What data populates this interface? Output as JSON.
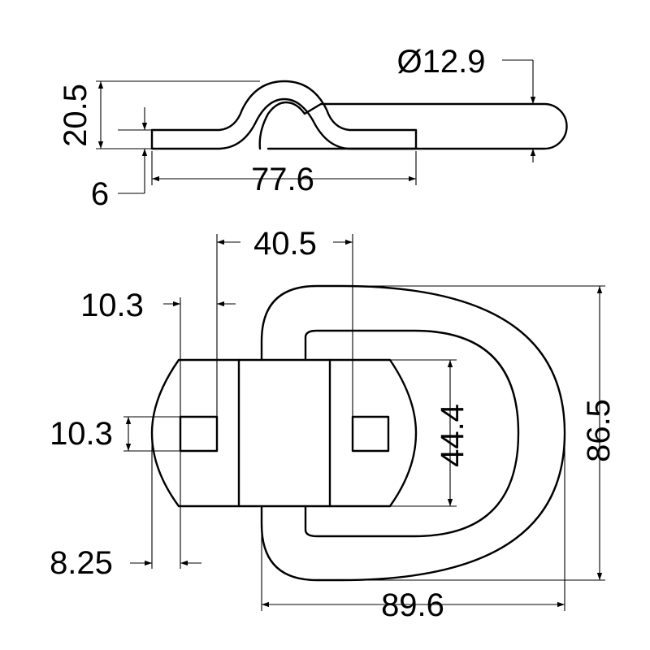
{
  "dimensions": {
    "diameter": "Ø12.9",
    "height_total": "20.5",
    "plate_thickness": "6",
    "plate_length": "77.6",
    "hole_spacing": "40.5",
    "hole_width_h": "10.3",
    "hole_width_v": "10.3",
    "hole_edge_offset": "8.25",
    "inner_height": "44.4",
    "ring_height": "86.5",
    "overall_width": "89.6"
  },
  "colors": {
    "line": "#000000",
    "background": "#ffffff"
  }
}
